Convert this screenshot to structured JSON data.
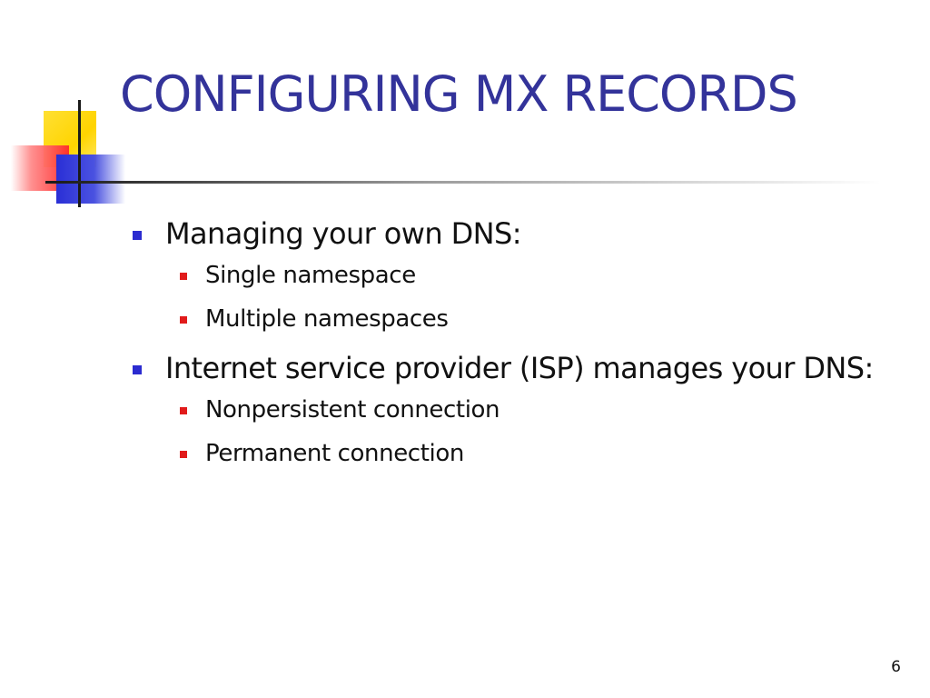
{
  "slide": {
    "title": "CONFIGURING MX RECORDS",
    "bullets": [
      {
        "text": "Managing your own DNS:",
        "sub": [
          "Single namespace",
          "Multiple namespaces"
        ]
      },
      {
        "text": "Internet service provider (ISP) manages your DNS:",
        "sub": [
          "Nonpersistent connection",
          "Permanent connection"
        ]
      }
    ],
    "page_number": "6"
  },
  "colors": {
    "title": "#33339a",
    "bullet_marker": "#2b2bd0",
    "sub_marker": "#e11b1b",
    "logo_yellow": "#ffd400",
    "logo_red": "#ff2a2a",
    "logo_blue": "#2a2fd6"
  }
}
